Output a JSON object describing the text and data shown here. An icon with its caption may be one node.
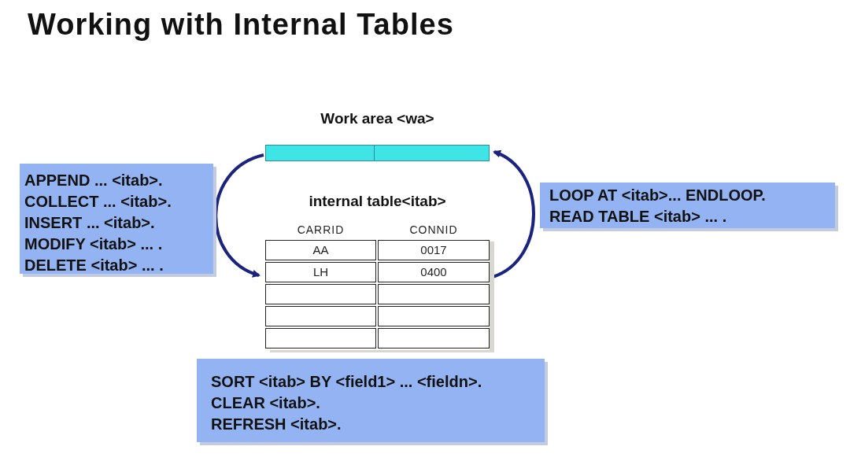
{
  "diagram": {
    "title": "Working with Internal Tables",
    "nodes": [
      {
        "text": [
          "Work area <wa>"
        ]
      },
      {
        "text": [
          "APPEND ... <itab>.",
          "COLLECT ... <itab>.",
          "INSERT ... <itab>.",
          "MODIFY <itab> ... .",
          "DELETE <itab> ... ."
        ]
      },
      {
        "text": [
          "internal table<itab>",
          "CARRID",
          "CONNID",
          "AA",
          "0017",
          "LH",
          "0400"
        ]
      },
      {
        "text": [
          "LOOP AT <itab>... ENDLOOP.",
          "READ TABLE <itab> ... ."
        ]
      },
      {
        "text": [
          "SORT <itab> BY <field1> ... <fieldn>.",
          "CLEAR <itab>.",
          "REFRESH <itab>."
        ]
      }
    ],
    "edges": [
      {
        "from": 0,
        "to": 2,
        "arrow": "to"
      },
      {
        "from": 2,
        "to": 0,
        "arrow": "to"
      }
    ]
  }
}
